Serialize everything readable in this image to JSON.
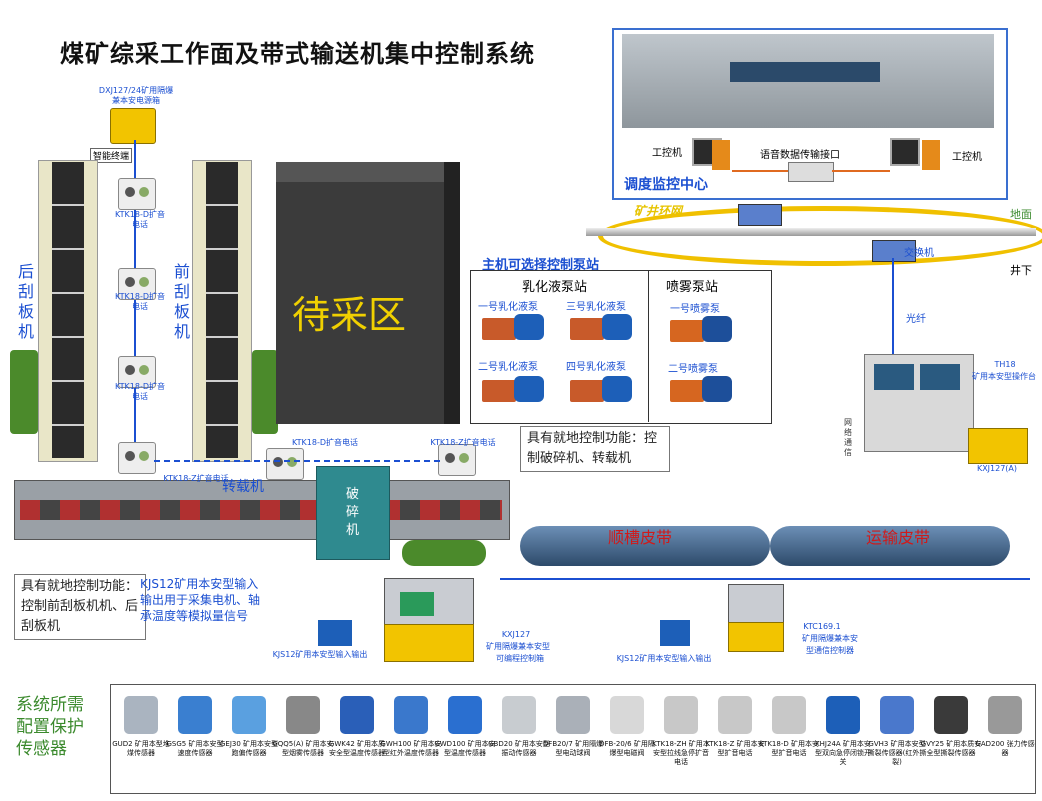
{
  "title": "煤矿综采工作面及带式输送机集中控制系统",
  "power_box": {
    "label": "DXJ127/24矿用隔爆兼本安电源箱"
  },
  "smart_terminal": "智能终端",
  "phones_left": [
    "KTK18-D扩音电话",
    "KTK18-D扩音电话",
    "KTK18-D扩音电话"
  ],
  "rear_scraper": "后刮板机",
  "front_scraper": "前刮板机",
  "waiting_area": "待采区",
  "control_center": {
    "title": "调度监控中心",
    "pc_left": "工控机",
    "pc_right": "工控机",
    "voice_interface": "语音数据传输接口"
  },
  "ring": {
    "label": "矿井环网",
    "switch": "交换机",
    "ground": "地面",
    "underground": "井下",
    "fiber": "光纤"
  },
  "pump_station": {
    "header": "主机可选择控制泵站",
    "emulsion_title": "乳化液泵站",
    "spray_title": "喷雾泵站",
    "emulsion": [
      "一号乳化液泵",
      "三号乳化液泵",
      "二号乳化液泵",
      "四号乳化液泵"
    ],
    "spray": [
      "一号喷雾泵",
      "二号喷雾泵"
    ]
  },
  "console": {
    "model": "TH18",
    "desc": "矿用本安型操作台",
    "network": "网络通信",
    "kxj": "KXJ127(A)"
  },
  "transfer": {
    "label": "转载机",
    "crusher": "破碎机",
    "phone_z_left": "KTK18-Z扩音电话",
    "phone_d_mid": "KTK18-D扩音电话",
    "phone_z_right": "KTK18-Z扩音电话"
  },
  "callout_crusher": "具有就地控制功能：控制破碎机、转载机",
  "callout_scraper": "具有就地控制功能：控制前刮板机机、后刮板机",
  "callout_kjs": "KJS12矿用本安型输入输出用于采集电机、轴承温度等模拟量信号",
  "belts": {
    "left": "顺槽皮带",
    "right": "运输皮带"
  },
  "kjs12_left": "KJS12矿用本安型输入输出",
  "kjs12_right": "KJS12矿用本安型输入输出",
  "kxj127": {
    "model": "KXJ127",
    "desc1": "矿用隔爆兼本安型",
    "desc2": "可编程控制箱"
  },
  "ktc": {
    "model": "KTC169.1",
    "desc1": "矿用隔爆兼本安",
    "desc2": "型通信控制器"
  },
  "sensors": {
    "title": "系统所需配置保护传感器",
    "items": [
      {
        "code": "GUD2",
        "name": "矿用本型堆煤传感器"
      },
      {
        "code": "GSG5",
        "name": "矿用本安型速度传感器"
      },
      {
        "code": "GEJ30",
        "name": "矿用本安型跑偏传感器"
      },
      {
        "code": "GQQ5(A)",
        "name": "矿用本安型烟雾传感器"
      },
      {
        "code": "GWK42",
        "name": "矿用本质安全型温度传感器"
      },
      {
        "code": "GWH100",
        "name": "矿用本安型红外温度传感器"
      },
      {
        "code": "GWD100",
        "name": "矿用本安型温度传感器"
      },
      {
        "code": "GBD20",
        "name": "矿用本安型振动传感器"
      },
      {
        "code": "DFB20/7",
        "name": "矿用隔爆型电动球阀"
      },
      {
        "code": "DFB-20/6",
        "name": "矿用隔爆型电磁阀"
      },
      {
        "code": "KTK18-ZH",
        "name": "矿用本安型拉线急停扩音电话"
      },
      {
        "code": "KTK18-Z",
        "name": "矿用本安型扩音电话"
      },
      {
        "code": "KTK18-D",
        "name": "矿用本安型扩音电话"
      },
      {
        "code": "KHJ24A",
        "name": "矿用本安型双向急停闭锁开关"
      },
      {
        "code": "GVH3",
        "name": "矿用本安型撕裂传感器(红外撕裂)"
      },
      {
        "code": "GVY25",
        "name": "矿用本质安全型撕裂传感器"
      },
      {
        "code": "GAD200",
        "name": "张力传感器"
      }
    ]
  },
  "colors": {
    "blue": "#1b4fd1",
    "orange": "#d98a22",
    "yellow": "#f0c000",
    "green": "#3b8a2d",
    "belt_red": "#d01a1a"
  }
}
